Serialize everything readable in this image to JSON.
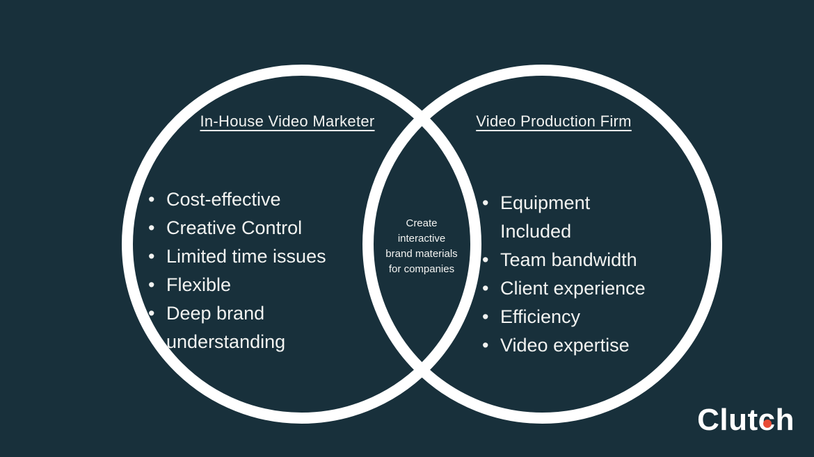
{
  "colors": {
    "background": "#18303B",
    "circle_outline": "#FFFFFF",
    "text": "#F2F3F1",
    "logo_dot": "#E84B35"
  },
  "glyphs": {
    "bullet": "•"
  },
  "left_circle": {
    "title": "In-House Video Marketer",
    "items": [
      "Cost-effective",
      "Creative Control",
      "Limited time issues",
      "Flexible",
      "Deep brand understanding"
    ]
  },
  "right_circle": {
    "title": "Video Production Firm",
    "items": [
      "Equipment Included",
      "Team bandwidth",
      "Client experience",
      "Efficiency",
      "Video expertise"
    ]
  },
  "intersection": {
    "lines": [
      "Create",
      "interactive",
      "brand materials",
      "for companies"
    ]
  },
  "logo": {
    "part1": "Clut",
    "part2": "c",
    "part3": "h"
  }
}
